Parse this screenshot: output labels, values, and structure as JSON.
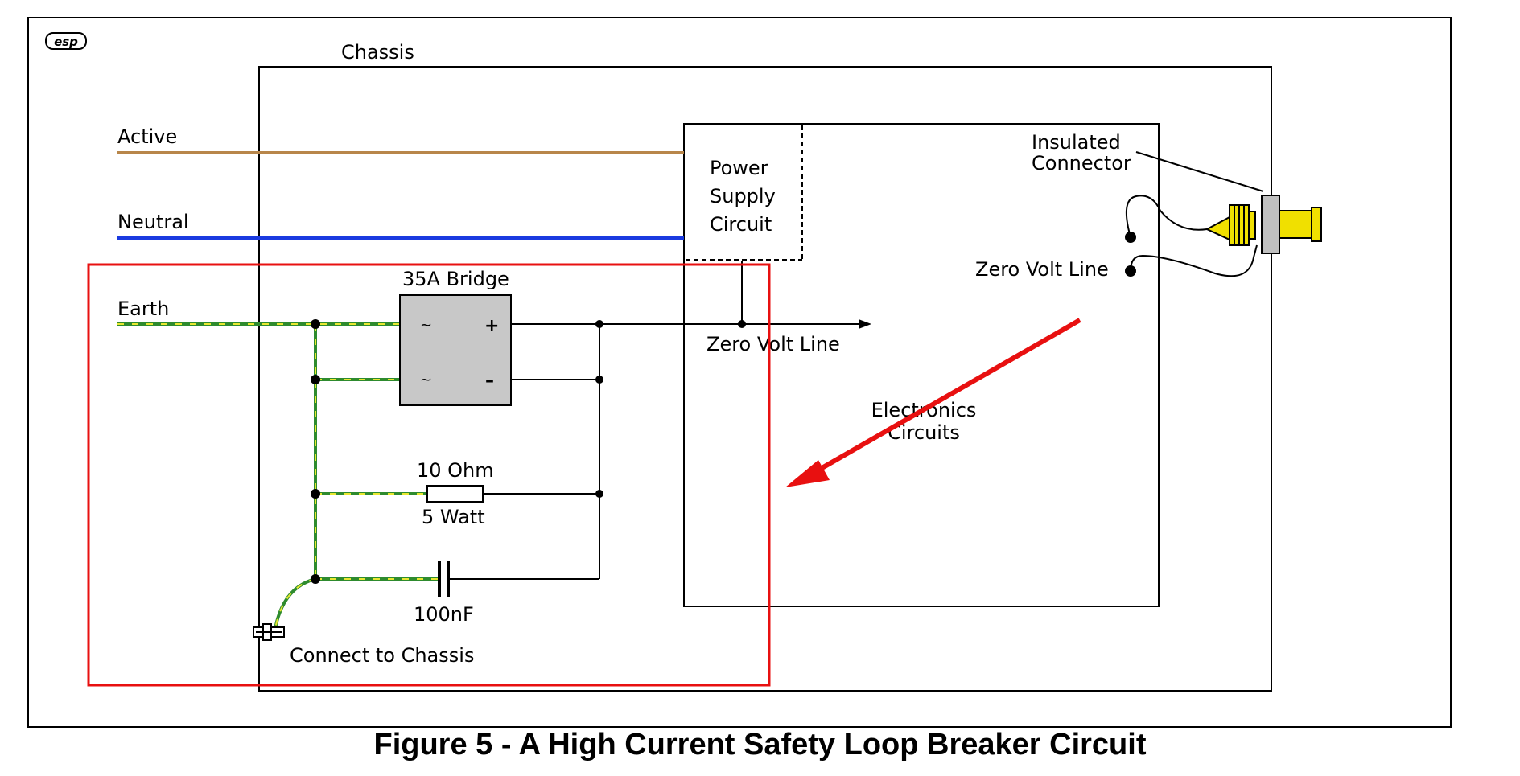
{
  "diagram": {
    "logo": "esp",
    "labels": {
      "chassis": "Chassis",
      "active": "Active",
      "neutral": "Neutral",
      "earth": "Earth",
      "power_supply_1": "Power",
      "power_supply_2": "Supply",
      "power_supply_3": "Circuit",
      "insulated_1": "Insulated",
      "insulated_2": "Connector",
      "zero_volt_right": "Zero Volt Line",
      "zero_volt_mid": "Zero Volt Line",
      "bridge": "35A Bridge",
      "bridge_ac1": "~",
      "bridge_ac2": "~",
      "bridge_plus": "+",
      "bridge_minus": "–",
      "electronics_1": "Electronics",
      "electronics_2": "Circuits",
      "resistor_value": "10 Ohm",
      "resistor_power": "5 Watt",
      "capacitor_value": "100nF",
      "connect_chassis": "Connect to Chassis"
    },
    "colors": {
      "active_wire": "#b8864a",
      "neutral_wire": "#1a3ae0",
      "earth_green": "#2e8b2e",
      "earth_yellow": "#e8e830",
      "bridge_fill": "#c8c8c8",
      "connector_yellow": "#f0e000",
      "highlight_red": "#e81010"
    }
  },
  "caption": "Figure 5 - A High Current Safety Loop Breaker Circuit"
}
